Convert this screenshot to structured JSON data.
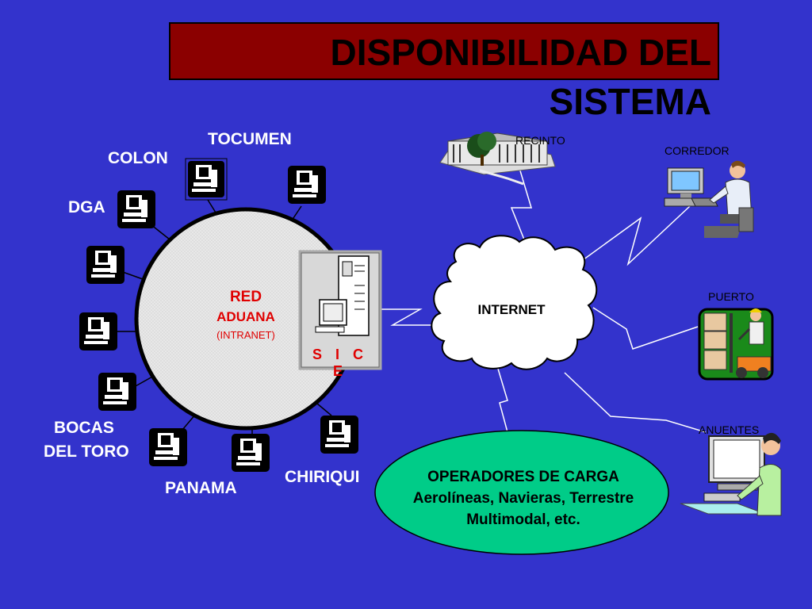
{
  "title": {
    "line1": "DISPONIBILIDAD DEL",
    "line2": "SISTEMA"
  },
  "network": {
    "name": "RED",
    "sub": "ADUANA",
    "type": "(INTRANET)"
  },
  "server": {
    "label": "S I C E"
  },
  "internet": {
    "label": "INTERNET"
  },
  "sites": {
    "tocumen": "TOCUMEN",
    "colon": "COLON",
    "dga": "DGA",
    "bocas_line1": "BOCAS",
    "bocas_line2": "DEL TORO",
    "panama": "PANAMA",
    "chiriqui": "CHIRIQUI"
  },
  "external": {
    "recinto": "RECINTO",
    "corredor": "CORREDOR",
    "puerto": "PUERTO",
    "anuentes": "ANUENTES"
  },
  "operators": {
    "line1": "OPERADORES DE CARGA",
    "line2": "Aerolíneas, Navieras, Terrestre",
    "line3": "Multimodal, etc."
  },
  "colors": {
    "background": "#3333cc",
    "title_box": "#8b0000",
    "network_text": "#e00000",
    "operators_fill": "#00cc88",
    "network_fill": "#e6e6e6"
  },
  "icons": [
    "workstation-icon",
    "server-tower-icon",
    "building-icon",
    "person-at-computer-icon",
    "forklift-worker-icon",
    "cloud-icon"
  ]
}
